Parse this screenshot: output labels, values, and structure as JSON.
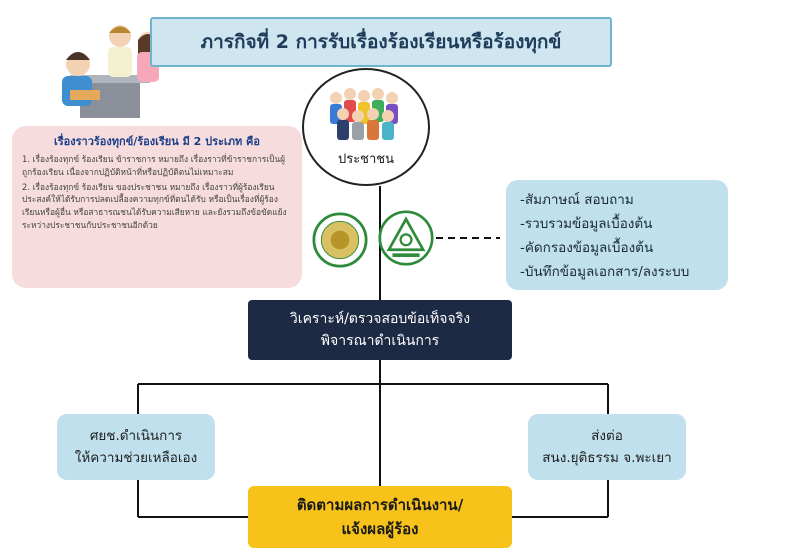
{
  "title": "ภารกิจที่ 2  การรับเรื่องร้องเรียนหรือร้องทุกข์",
  "people_label": "ประชาชน",
  "info": {
    "title": "เรื่องราวร้องทุกข์/ร้องเรียน มี 2 ประเภท คือ",
    "p1": "1. เรื่องร้องทุกข์ ร้องเรียน ข้าราชการ หมายถึง เรื่องราวที่ข้าราชการเป็นผู้ถูกร้องเรียน เนื่องจากปฏิบัติหน้าที่หรือปฏิบัติตนไม่เหมาะสม",
    "p2": "2. เรื่องร้องทุกข์ ร้องเรียน ของประชาชน หมายถึง เรื่องราวที่ผู้ร้องเรียนประสงค์ให้ได้รับการปลดเปลื้องความทุกข์ที่ตนได้รับ หรือเป็นเรื่องที่ผู้ร้องเรียนหรือผู้อื่น หรือสาธารณชนได้รับความเสียหาย และยังรวมถึงข้อขัดแย้งระหว่างประชาชนกับประชาชนอีกด้วย"
  },
  "right_steps": [
    "-สัมภาษณ์  สอบถาม",
    "-รวบรวมข้อมูลเบื้องต้น",
    "-คัดกรองข้อมูลเบื้องต้น",
    "-บันทึกข้อมูลเอกสาร/ลงระบบ"
  ],
  "analyze": {
    "line1": "วิเคราะห์/ตรวจสอบข้อเท็จจริง",
    "line2": "พิจารณาดำเนินการ"
  },
  "left_action": {
    "line1": "ศยช.ดำเนินการ",
    "line2": "ให้ความช่วยเหลือเอง"
  },
  "right_action": {
    "line1": "ส่งต่อ",
    "line2": "สนง.ยุติธรรม จ.พะเยา"
  },
  "follow": {
    "line1": "ติดตามผลการดำเนินงาน/",
    "line2": "แจ้งผลผู้ร้อง"
  },
  "colors": {
    "title_bg": "#cfe5f0",
    "info_bg": "#f6dcdc",
    "box_blue": "#bfe0ec",
    "analyze_bg": "#1d2a44",
    "follow_bg": "#f7c31a"
  },
  "icons": [
    "officers-cartoon",
    "people-crowd",
    "ministry-seal-logo",
    "justice-center-logo"
  ]
}
